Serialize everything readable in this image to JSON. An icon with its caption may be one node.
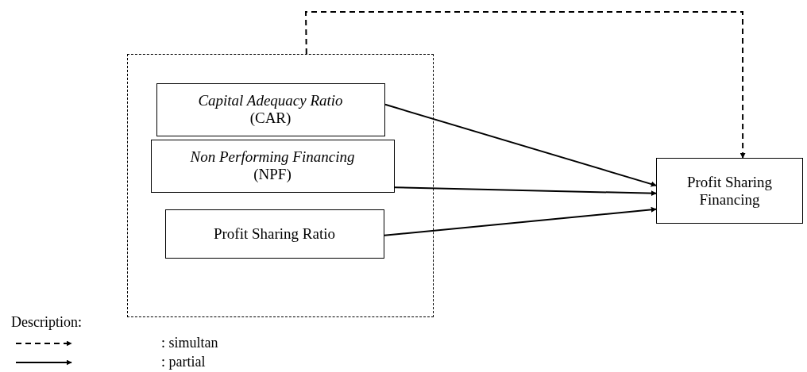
{
  "diagram": {
    "nodes": [
      {
        "text": [],
        "shape": "box"
      },
      {
        "text": [
          "*Capital Adequacy Ratio* (CAR)"
        ],
        "in": 0
      },
      {
        "text": [
          "*Non Performing Financing* (NPF)"
        ],
        "in": 0
      },
      {
        "text": [
          "Profit Sharing Ratio"
        ],
        "in": 0
      },
      {
        "text": [
          "Profit Sharing Financing"
        ]
      }
    ],
    "edges": [
      {
        "from": 0,
        "to": 4,
        "arrow": "to",
        "style": "dashed"
      },
      {
        "from": 1,
        "to": 4,
        "arrow": "to"
      },
      {
        "from": 2,
        "to": 4,
        "arrow": "to"
      },
      {
        "from": 3,
        "to": 4,
        "arrow": "to"
      }
    ],
    "labels": [
      "Description:"
    ],
    "legend": [
      {
        "text": ": simultan"
      },
      {
        "text": ": partial"
      }
    ]
  }
}
